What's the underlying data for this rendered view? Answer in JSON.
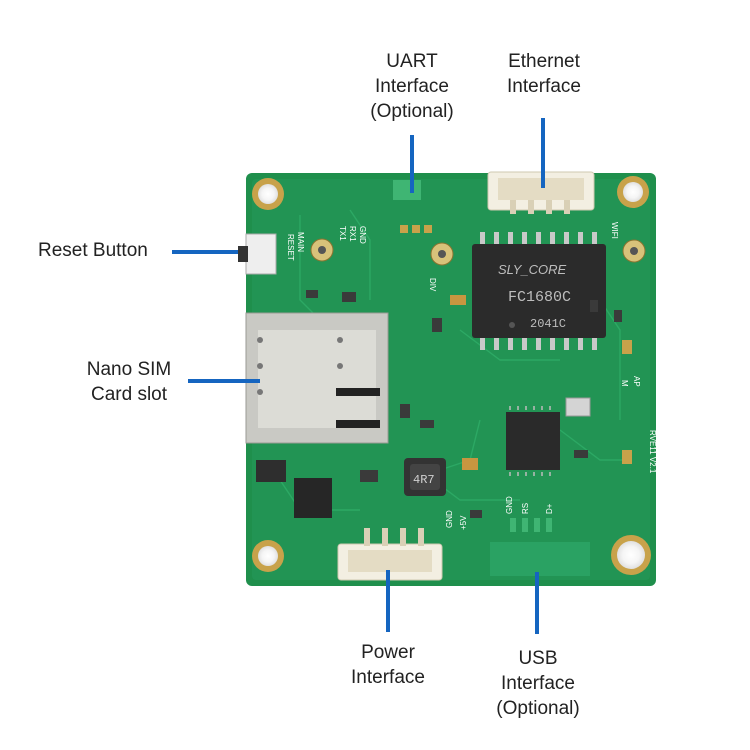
{
  "colors": {
    "pcb_green": "#1f8f4c",
    "pcb_green_light": "#3aa862",
    "leader_blue": "#1565c0",
    "gold_pad": "#c8a24a",
    "silkscreen": "#ffffff"
  },
  "labels": {
    "uart": [
      "UART",
      "Interface",
      "(Optional)"
    ],
    "ethernet": [
      "Ethernet",
      "Interface"
    ],
    "reset": [
      "Reset Button"
    ],
    "sim": [
      "Nano SIM",
      "Card slot"
    ],
    "power": [
      "Power",
      "Interface"
    ],
    "usb": [
      "USB",
      "Interface",
      "(Optional)"
    ]
  },
  "board_markings": {
    "reset": "RESET",
    "main": "MAIN",
    "tx": "TX1",
    "rx": "RX1",
    "gnd": "GND",
    "div": "DIV",
    "wifi": "WIFI",
    "chip_brand": "SLY_CORE",
    "chip_model": "FC1680C",
    "chip_code": "2041C",
    "inductor": "4R7",
    "version": "RVE11 V2.1",
    "power_gnd": "GND",
    "power_5v": "+5V",
    "usb_gnd": "GND",
    "usb_rs": "RS",
    "usb_dp": "D+",
    "ant_m": "M",
    "ant_ap": "AP"
  }
}
